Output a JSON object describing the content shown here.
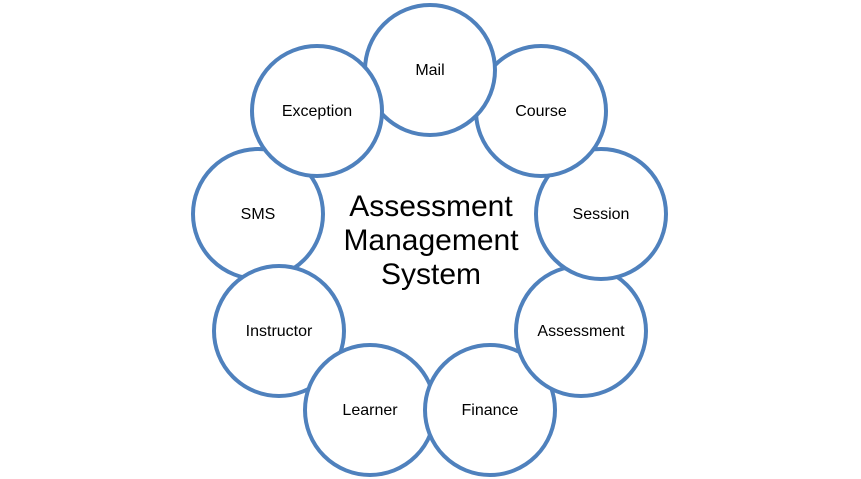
{
  "center": {
    "lines": [
      "Assessment",
      "Management",
      "System"
    ]
  },
  "nodes": [
    {
      "id": "mail",
      "label": "Mail"
    },
    {
      "id": "course",
      "label": "Course"
    },
    {
      "id": "session",
      "label": "Session"
    },
    {
      "id": "assessment",
      "label": "Assessment"
    },
    {
      "id": "finance",
      "label": "Finance"
    },
    {
      "id": "learner",
      "label": "Learner"
    },
    {
      "id": "instructor",
      "label": "Instructor"
    },
    {
      "id": "sms",
      "label": "SMS"
    },
    {
      "id": "exception",
      "label": "Exception"
    }
  ],
  "colors": {
    "stroke": "#4f81bd",
    "fill": "#ffffff",
    "text": "#000000"
  }
}
